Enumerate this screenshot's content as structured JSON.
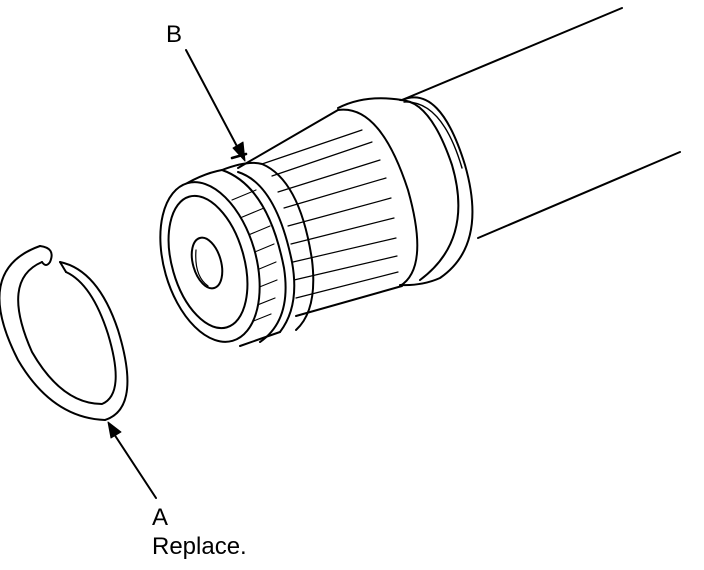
{
  "callouts": {
    "b": {
      "letter": "B"
    },
    "a": {
      "letter": "A",
      "note": "Replace."
    }
  },
  "colors": {
    "ink": "#000000",
    "background": "#ffffff"
  },
  "icons": {
    "arrowhead": "filled-triangle-arrowhead"
  }
}
